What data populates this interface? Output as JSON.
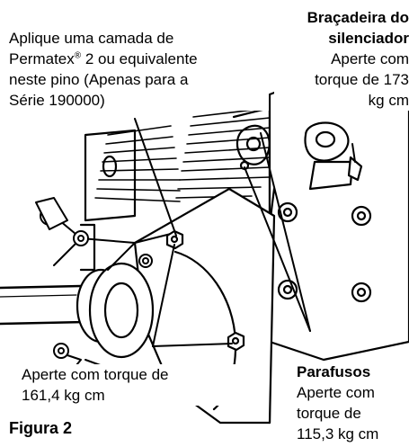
{
  "labels": {
    "pin_note_line1": "Aplique uma camada de",
    "pin_note_line2_a": "Permatex",
    "pin_note_reg": "®",
    "pin_note_line2_b": " 2 ou equivalente",
    "pin_note_line3": "neste pino (Apenas para a",
    "pin_note_line4": "Série 190000)",
    "clamp_title_1": "Braçadeira do",
    "clamp_title_2": "silenciador",
    "clamp_torque_1": "Aperte com",
    "clamp_torque_2": "torque de 173",
    "clamp_torque_3": "kg cm",
    "bolts_title": "Parafusos",
    "bolts_torque_1": "Aperte com",
    "bolts_torque_2": "torque de",
    "bolts_torque_3": "115,3 kg cm",
    "left_torque_1": "Aperte com torque de",
    "left_torque_2": "161,4 kg cm",
    "figure_caption": "Figura 2"
  },
  "colors": {
    "ink": "#000000",
    "paper": "#ffffff"
  }
}
